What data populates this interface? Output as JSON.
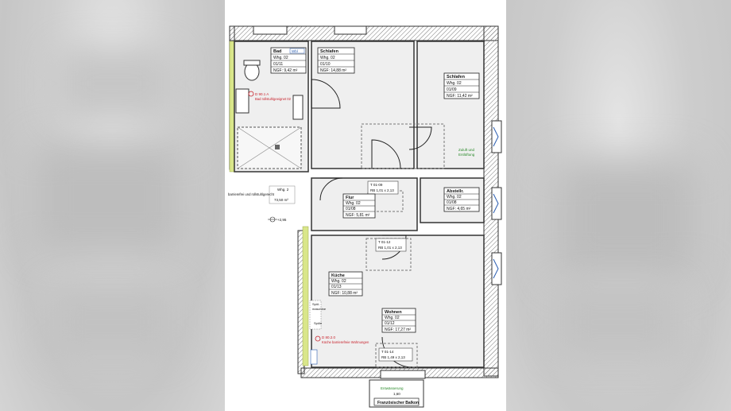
{
  "rooms": {
    "bad": {
      "name": "Bad",
      "tag": "Wbl",
      "unit": "Whg. 02",
      "number": "01/11",
      "area": "NGF: 9,42 m²"
    },
    "schlafen1": {
      "name": "Schlafen",
      "unit": "Whg. 02",
      "number": "01/10",
      "area": "NGF: 14,88 m²"
    },
    "schlafen2": {
      "name": "Schlafen",
      "unit": "Whg. 02",
      "number": "01/09",
      "area": "NGF: 11,42 m²"
    },
    "flur": {
      "name": "Flur",
      "unit": "Whg. 02",
      "number": "01/08",
      "area": "NGF: 5,81 m²"
    },
    "abstellr": {
      "name": "Abstellr.",
      "unit": "Whg. 02",
      "number": "01/08",
      "area": "NGF: 4,65 m²"
    },
    "kueche": {
      "name": "Küche",
      "unit": "Whg. 02",
      "number": "01/13",
      "area": "NGF: 10,88 m²"
    },
    "wohnen": {
      "name": "Wohnen",
      "unit": "Whg. 02",
      "number": "01/12",
      "area": "NGF: 17,27 m²"
    }
  },
  "apartment": {
    "name": "Whg. 2",
    "description": "barrierefrei und rollstuhlgerecht",
    "area": "73,50 m²"
  },
  "annotations": {
    "bad_note_id": "D 90.1 A",
    "bad_note_text": "Bad rollstuhlgeeignet 02",
    "kueche_note_id": "D 80.2.0",
    "kueche_note_text": "Küche barrierefreie Wohnungen",
    "zuluft_line1": "Zuluft und",
    "zuluft_line2": "Entlüftung",
    "spuel_line1": "Spül-",
    "spuel_line2": "maschine",
    "spuele": "Spüle",
    "level": "+2,95",
    "entwaesserung": "Entwässerung",
    "balkon_value": "1,60",
    "balkon": "Französischer Balkon"
  },
  "door_tags": [
    {
      "id": "T 01-09",
      "size": "RB 1,01 x 2,13"
    },
    {
      "id": "T 01-12",
      "size": "RB 1,01 x 2,13"
    },
    {
      "id": "T 01-14",
      "size": "RB 1,49 x 2,13"
    }
  ],
  "colors": {
    "wall": "#3a3a3a",
    "room_fill": "#efefef",
    "insulation": "#d9e68a",
    "annotation_red": "#c8202a",
    "annotation_green": "#2a8a2a"
  }
}
